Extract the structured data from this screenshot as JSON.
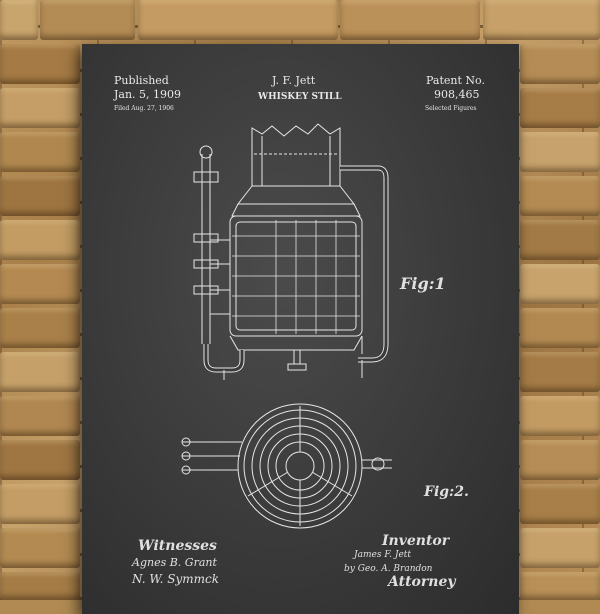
{
  "poster": {
    "published_label": "Published",
    "published_date": "Jan. 5, 1909",
    "filed": "Filed Aug. 27, 1906",
    "inventor_name": "J. F. Jett",
    "title": "WHISKEY STILL",
    "patent_label": "Patent No.",
    "patent_number": "908,465",
    "selected_figures": "Selected Figures",
    "fig1_label": "Fig:1",
    "fig2_label": "Fig:2.",
    "witnesses_label": "Witnesses",
    "witness_1": "Agnes B. Grant",
    "witness_2": "N. W. Symmck",
    "inventor_label": "Inventor",
    "inventor_signature": "James F. Jett",
    "by_attorney": "by Geo. A. Brandon",
    "attorney_label": "Attorney"
  },
  "colors": {
    "chalkboard": "#3a3a3a",
    "ink": "#e8e8e8",
    "stone": "#b08a52"
  }
}
